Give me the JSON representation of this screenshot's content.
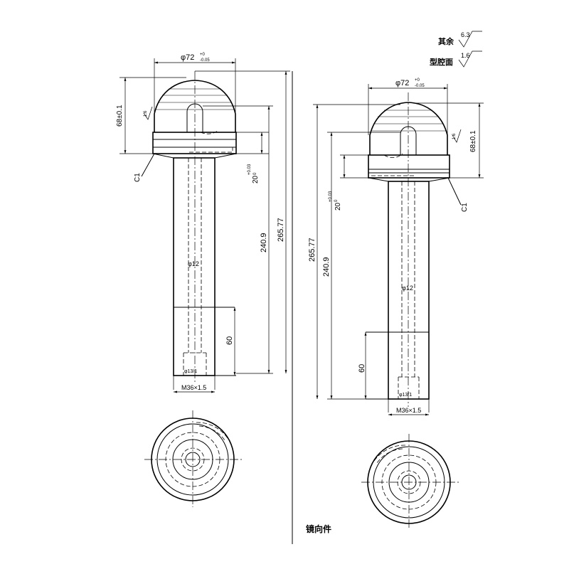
{
  "dimensions": {
    "dia_72": "φ72",
    "dia_72_tol_upper": "+0",
    "dia_72_tol_lower": "-0.05",
    "height_68": "68±0.1",
    "chamfer": "C1",
    "depth_20": "20",
    "depth_20_tol_upper": "+0.03",
    "depth_20_tol_lower": "0",
    "length_240": "240.9",
    "length_265": "265.77",
    "dia_12": "φ12",
    "thread_len": "60",
    "thread": "M36×1.5",
    "small_thread": "φ13/1"
  },
  "roughness": {
    "other_label": "其余",
    "other_value": "6.3",
    "cavity_label": "型腔面",
    "cavity_value": "1.6",
    "local_mark": "1.6"
  },
  "mirror_label": "镜向件"
}
